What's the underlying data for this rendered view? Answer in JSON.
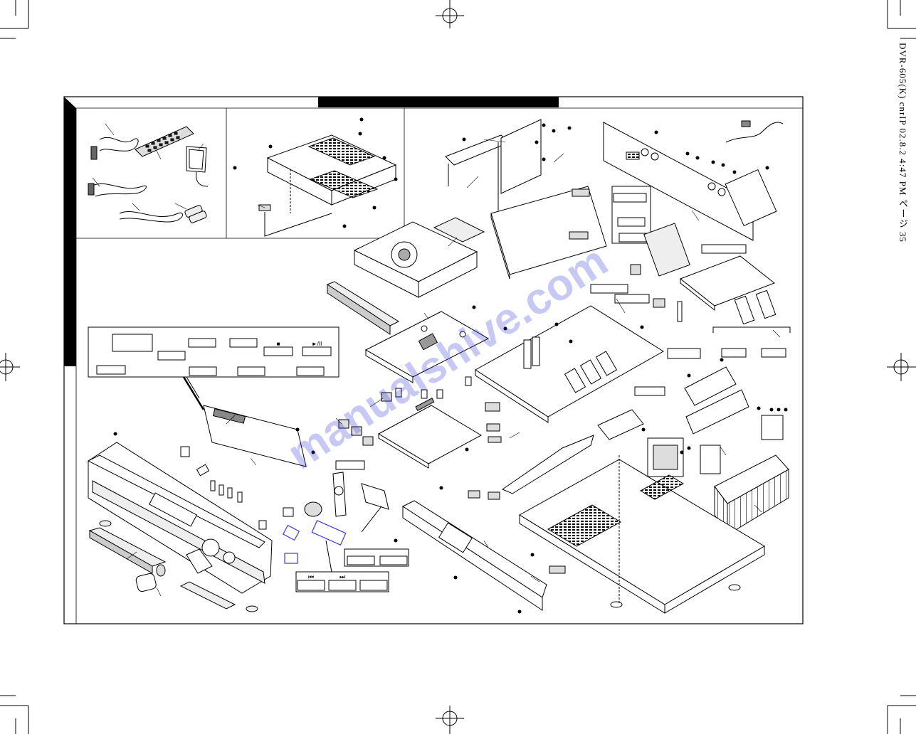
{
  "header": {
    "side_note": "DVR-605(K) cnrIP 02.8.2 4:47 PM ページ 35"
  },
  "symbols": {
    "stop": "■",
    "play_pause": "►/II",
    "prev": "⏮",
    "next": "⏭"
  },
  "colors": {
    "line": "#000000",
    "watermark": "#3b3bdc",
    "background": "#ffffff",
    "panel_fill": "#f4f4f4"
  },
  "watermark": {
    "text": "manualshive.com"
  }
}
